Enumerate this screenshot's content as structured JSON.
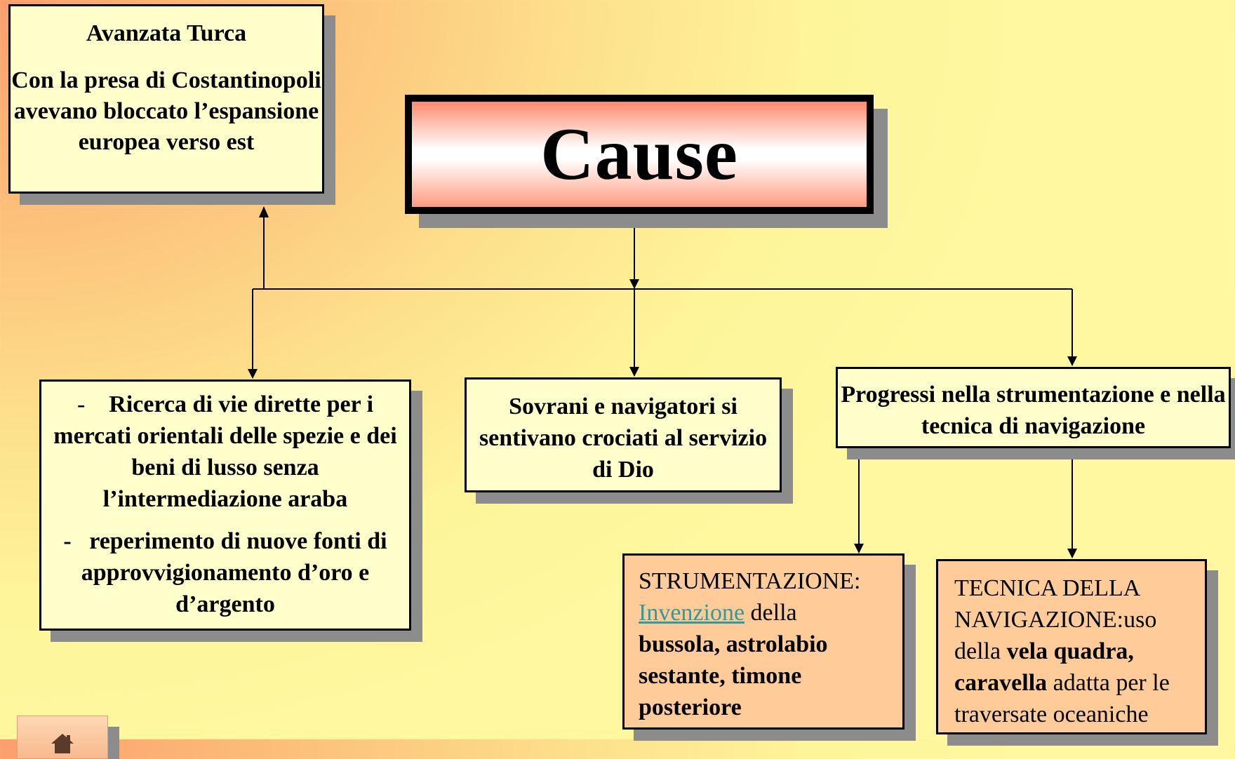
{
  "turca": {
    "heading": "Avanzata Turca",
    "body": "Con la presa di Costantinopoli avevano bloccato l’espansione europea verso est"
  },
  "cause": {
    "title": "Cause"
  },
  "ricerca": {
    "dash1": "-",
    "point1": "Ricerca di vie dirette per i mercati orientali delle spezie e dei beni di lusso senza l’intermediazione araba",
    "dash2": "-",
    "point2": "reperimento di nuove fonti di approvvigionamento d’oro e d’argento"
  },
  "sovrani": {
    "text": "Sovrani e navigatori si sentivano crociati al servizio di Dio"
  },
  "progressi": {
    "text": "Progressi nella strumentazione e nella tecnica di navigazione"
  },
  "strumentazione": {
    "label": "STRUMENTAZIONE:",
    "link": "Invenzione",
    "connector": "della",
    "items": "bussola, astrolabio sestante, timone posteriore"
  },
  "tecnica": {
    "label_line1": "TECNICA DELLA",
    "label_line2": "NAVIGAZIONE:",
    "text1": "uso della",
    "bold1": "vela quadra, caravella",
    "text2": "adatta per le traversate oceaniche"
  },
  "home_button": {
    "icon": "home-icon"
  },
  "colors": {
    "box_cream": "#ffffcc",
    "box_peach": "#ffcc99",
    "link": "#339999",
    "shadow": "#8c8c8c"
  }
}
